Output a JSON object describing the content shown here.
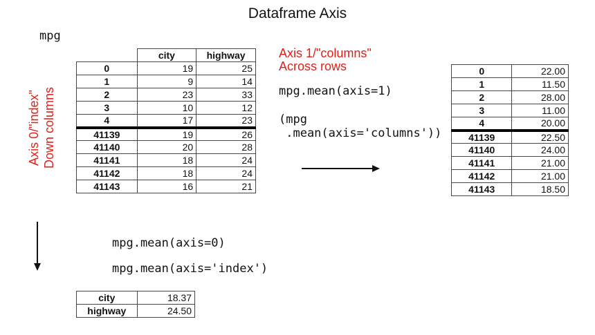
{
  "title": "Dataframe Axis",
  "var_name": "mpg",
  "axis1_label_line1": "Axis 1/\"columns\"",
  "axis1_label_line2": "Across rows",
  "axis0_label_line1": "Axis 0/\"index\"",
  "axis0_label_line2": "Down columns",
  "code_axis1": "mpg.mean(axis=1)",
  "code_columns_line1": "(mpg",
  "code_columns_line2": " .mean(axis='columns'))",
  "code_axis0": "mpg.mean(axis=0)",
  "code_index": "mpg.mean(axis='index')",
  "main_table": {
    "columns": [
      "",
      "city",
      "highway"
    ],
    "rows": [
      [
        "0",
        "19",
        "25"
      ],
      [
        "1",
        "9",
        "14"
      ],
      [
        "2",
        "23",
        "33"
      ],
      [
        "3",
        "10",
        "12"
      ],
      [
        "4",
        "17",
        "23"
      ],
      [
        "41139",
        "19",
        "26"
      ],
      [
        "41140",
        "20",
        "28"
      ],
      [
        "41141",
        "18",
        "24"
      ],
      [
        "41142",
        "18",
        "24"
      ],
      [
        "41143",
        "16",
        "21"
      ]
    ]
  },
  "row_mean_table": {
    "rows": [
      [
        "0",
        "22.00"
      ],
      [
        "1",
        "11.50"
      ],
      [
        "2",
        "28.00"
      ],
      [
        "3",
        "11.00"
      ],
      [
        "4",
        "20.00"
      ],
      [
        "41139",
        "22.50"
      ],
      [
        "41140",
        "24.00"
      ],
      [
        "41141",
        "21.00"
      ],
      [
        "41142",
        "21.00"
      ],
      [
        "41143",
        "18.50"
      ]
    ]
  },
  "col_mean_table": {
    "rows": [
      [
        "city",
        "18.37"
      ],
      [
        "highway",
        "24.50"
      ]
    ]
  }
}
